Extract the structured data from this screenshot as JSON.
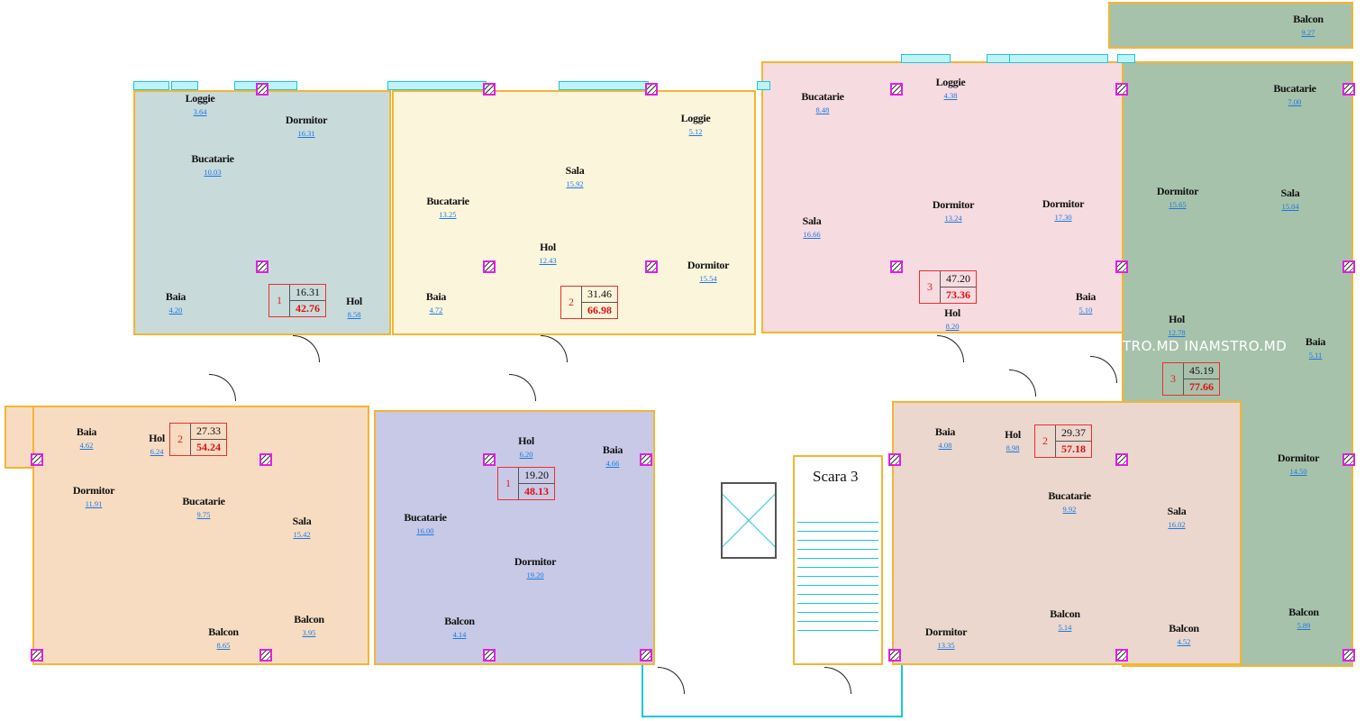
{
  "colors": {
    "apartment_1": "#c9dadb",
    "apartment_2": "#fbf5dc",
    "apartment_3": "#f6dbe0",
    "apartment_4": "#a7c2ab",
    "apartment_5": "#f7dcc2",
    "apartment_6": "#c8c9e6",
    "apartment_7": "#ebd7cd",
    "wall_outline": "#f4b533",
    "window": "#19c8d8",
    "column": "#e020e0",
    "room_area": "#1a78e0",
    "badge": "#e83030"
  },
  "apartments": [
    {
      "id": "a1",
      "number": "1",
      "living": "16.31",
      "total": "42.76",
      "rooms": [
        {
          "name": "Loggie",
          "area": "3.64"
        },
        {
          "name": "Dormitor",
          "area": "16.31"
        },
        {
          "name": "Bucatarie",
          "area": "10.03"
        },
        {
          "name": "Baia",
          "area": "4.20"
        },
        {
          "name": "Hol",
          "area": "8.58"
        }
      ]
    },
    {
      "id": "a2",
      "number": "2",
      "living": "31.46",
      "total": "66.98",
      "rooms": [
        {
          "name": "Bucatarie",
          "area": "13.25"
        },
        {
          "name": "Sala",
          "area": "15.92"
        },
        {
          "name": "Loggie",
          "area": "5.12"
        },
        {
          "name": "Hol",
          "area": "12.43"
        },
        {
          "name": "Dormitor",
          "area": "15.54"
        },
        {
          "name": "Baia",
          "area": "4.72"
        }
      ]
    },
    {
      "id": "a3",
      "number": "3",
      "living": "47.20",
      "total": "73.36",
      "rooms": [
        {
          "name": "Bucatarie",
          "area": "8.48"
        },
        {
          "name": "Loggie",
          "area": "4.38"
        },
        {
          "name": "Sala",
          "area": "16.66"
        },
        {
          "name": "Dormitor",
          "area": "13.24"
        },
        {
          "name": "Dormitor",
          "area": "17.30"
        },
        {
          "name": "Hol",
          "area": "8.20"
        },
        {
          "name": "Baia",
          "area": "5.10"
        }
      ]
    },
    {
      "id": "a4",
      "number": "3",
      "living": "45.19",
      "total": "77.66",
      "rooms": [
        {
          "name": "Balcon",
          "area": "9.27"
        },
        {
          "name": "Bucatarie",
          "area": "7.00"
        },
        {
          "name": "Dormitor",
          "area": "15.65"
        },
        {
          "name": "Sala",
          "area": "15.04"
        },
        {
          "name": "Hol",
          "area": "12.78"
        },
        {
          "name": "Baia",
          "area": "5.11"
        },
        {
          "name": "Dormitor",
          "area": "14.50"
        },
        {
          "name": "Balcon",
          "area": "5.89"
        }
      ]
    },
    {
      "id": "a5",
      "number": "2",
      "living": "27.33",
      "total": "54.24",
      "rooms": [
        {
          "name": "Baia",
          "area": "4.62"
        },
        {
          "name": "Hol",
          "area": "6.24"
        },
        {
          "name": "Dormitor",
          "area": "11.91"
        },
        {
          "name": "Bucatarie",
          "area": "9.75"
        },
        {
          "name": "Sala",
          "area": "15.42"
        },
        {
          "name": "Balcon",
          "area": "8.65"
        },
        {
          "name": "Balcon",
          "area": "3.95"
        }
      ]
    },
    {
      "id": "a6",
      "number": "1",
      "living": "19.20",
      "total": "48.13",
      "rooms": [
        {
          "name": "Bucatarie",
          "area": "16.00"
        },
        {
          "name": "Hol",
          "area": "6.20"
        },
        {
          "name": "Baia",
          "area": "4.66"
        },
        {
          "name": "Dormitor",
          "area": "19.20"
        },
        {
          "name": "Balcon",
          "area": "4.14"
        }
      ]
    },
    {
      "id": "a7",
      "number": "2",
      "living": "29.37",
      "total": "57.18",
      "rooms": [
        {
          "name": "Baia",
          "area": "4.08"
        },
        {
          "name": "Hol",
          "area": "8.98"
        },
        {
          "name": "Bucatarie",
          "area": "9.92"
        },
        {
          "name": "Sala",
          "area": "16.02"
        },
        {
          "name": "Dormitor",
          "area": "13.35"
        },
        {
          "name": "Balcon",
          "area": "5.14"
        },
        {
          "name": "Balcon",
          "area": "4.52"
        }
      ]
    }
  ],
  "stair": {
    "title": "Scara 3"
  },
  "watermark": "STRO.MD INAMSTRO.MD"
}
